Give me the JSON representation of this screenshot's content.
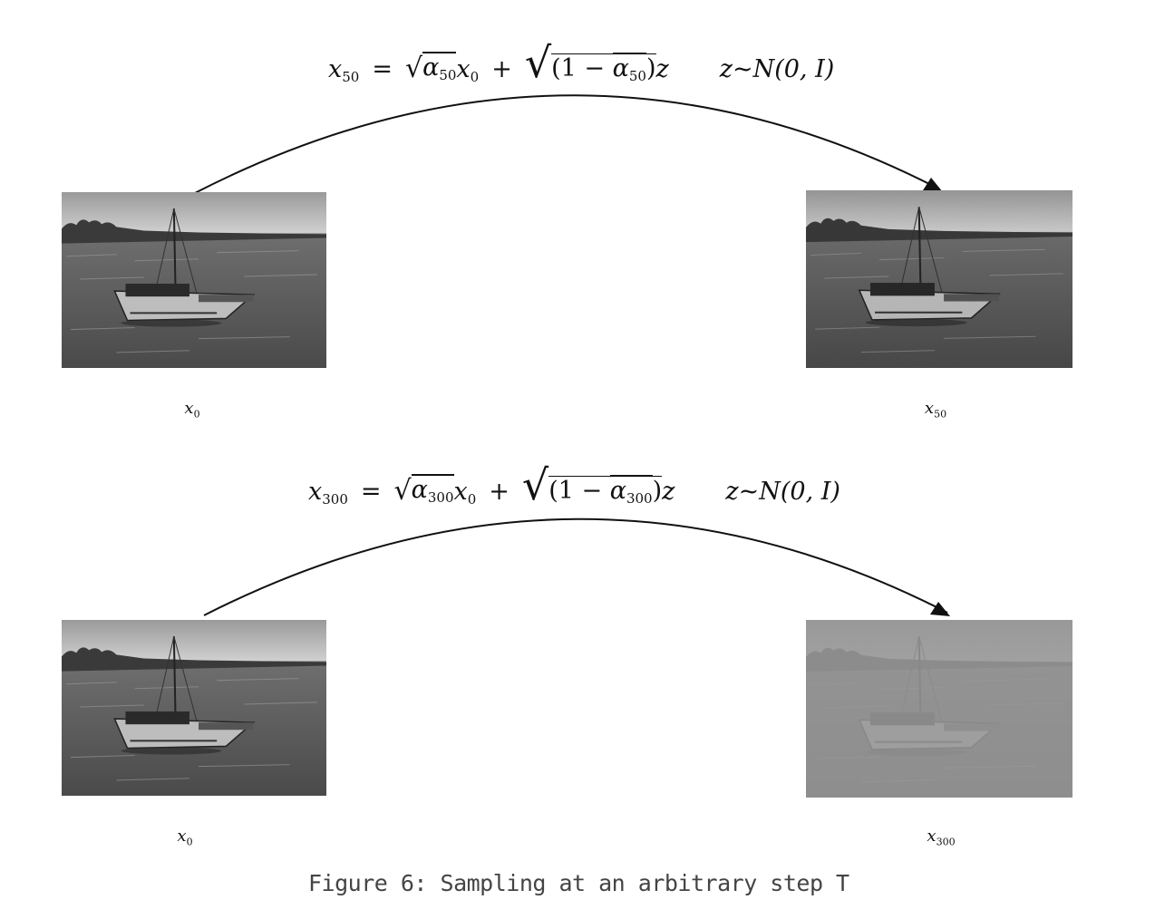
{
  "row_top": {
    "formula": {
      "lhs_var": "x",
      "lhs_sub": "50",
      "eq": "=",
      "alpha": "α",
      "alpha_sub": "50",
      "x0_var": "x",
      "x0_sub": "0",
      "plus": "+",
      "one_minus": "(1 −",
      "close": ")",
      "z": "z",
      "dist": "z~N(0, I)"
    },
    "source_label": {
      "var": "x",
      "sub": "0"
    },
    "target_label": {
      "var": "x",
      "sub": "50"
    }
  },
  "row_bottom": {
    "formula": {
      "lhs_var": "x",
      "lhs_sub": "300",
      "eq": "=",
      "alpha": "α",
      "alpha_sub": "300",
      "x0_var": "x",
      "x0_sub": "0",
      "plus": "+",
      "one_minus": "(1 −",
      "close": ")",
      "z": "z",
      "dist": "z~N(0, I)"
    },
    "source_label": {
      "var": "x",
      "sub": "0"
    },
    "target_label": {
      "var": "x",
      "sub": "300"
    }
  },
  "caption": "Figure 6: Sampling at an arbitrary step T",
  "colors": {
    "arrow": "#111111",
    "caption": "#444444"
  }
}
